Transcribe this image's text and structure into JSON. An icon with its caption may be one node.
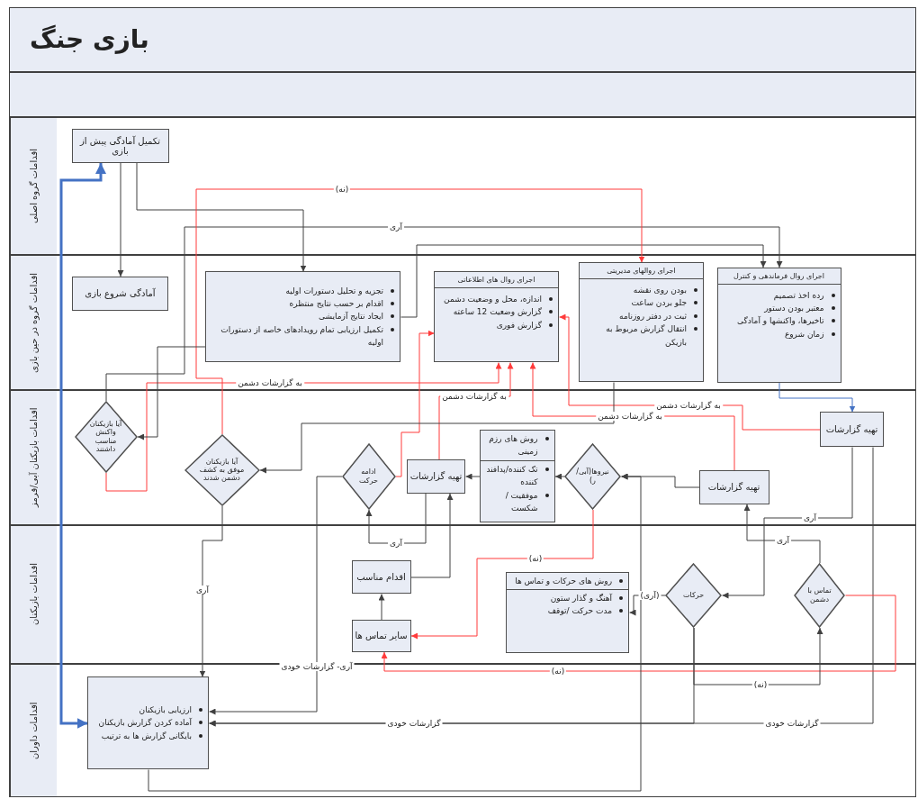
{
  "diagram": {
    "title": "بازی جنگ",
    "nodes": [
      {
        "text": [
          "اقدامات گروه اصلی"
        ]
      },
      {
        "text": [
          "اقدامات گروه در حین بازی"
        ]
      },
      {
        "text": [
          "اقدامات بازیکنان آبی/قرمز"
        ]
      },
      {
        "text": [
          "اقدامات بازیکنان"
        ]
      },
      {
        "text": [
          "اقدامات داوران"
        ]
      },
      {
        "text": [
          "تکمیل آمادگی پیش از بازی"
        ],
        "in": 0
      },
      {
        "text": [
          "آمادگی شروع بازی"
        ],
        "in": 1
      },
      {
        "text": [
          "تجزیه و تحلیل دستورات اولیه",
          "اقدام بر حسب نتایج منتظره",
          "ایجاد نتایج آزمایشی",
          "تکمیل ارزیابی تمام رویدادهای خاصه از دستورات اولیه"
        ],
        "in": 1
      },
      {
        "text": [
          "اجرای روال های اطلاعاتی",
          "اندازه، محل و وضعیت دشمن",
          "گزارش وضعیت 12 ساعته",
          "گزارش فوری"
        ],
        "in": 1
      },
      {
        "text": [
          "اجرای روالهای مدیریتی",
          "بودن روی نقشه",
          "جلو بردن ساعت",
          "ثبت در دفتر روزنامه",
          "انتقال گزارش مربوط به بازیکن"
        ],
        "in": 1
      },
      {
        "text": [
          "اجرای روال فرماندهی و کنترل",
          "رده اخذ تصمیم",
          "معتبر بودن دستور",
          "تاخیرها، واکنشها و آمادگی",
          "زمان شروع"
        ],
        "in": 1
      },
      {
        "text": [
          "آیا بازیکنان واکنش مناسب داشتند"
        ],
        "in": 2
      },
      {
        "text": [
          "آیا بازیکنان موفق به کشف دشمن شدند"
        ],
        "in": 2
      },
      {
        "text": [
          "ادامه حرکت"
        ],
        "in": 2
      },
      {
        "text": [
          "تهیه گزارشات"
        ],
        "in": 2
      },
      {
        "text": [
          "روش های رزم زمینی",
          "تک کننده/پدافند کننده",
          "موفقیت /شکست"
        ],
        "in": 2
      },
      {
        "text": [
          "نیروها(آبی/ر)"
        ],
        "in": 2
      },
      {
        "text": [
          "تهیه گزارشات"
        ],
        "in": 2
      },
      {
        "text": [
          "تهیه گزارشات"
        ],
        "in": 2
      },
      {
        "text": [
          "اقدام مناسب"
        ],
        "in": 3
      },
      {
        "text": [
          "سایر تماس ها"
        ],
        "in": 3
      },
      {
        "text": [
          "روش های حرکات و تماس ها",
          "آهنگ و گذار ستون",
          "مدت حرکت /توقف"
        ],
        "in": 3
      },
      {
        "text": [
          "حرکات"
        ],
        "in": 3
      },
      {
        "text": [
          "تماس با دشمن"
        ],
        "in": 3
      },
      {
        "text": [
          "ارزیابی بازیکنان",
          "آماده کردن گزارش بازیکنان",
          "بایگانی گزارش ها به ترتیب"
        ],
        "in": 4
      }
    ],
    "edges": [
      {
        "from": 5,
        "to": 6,
        "arrow": "to"
      },
      {
        "from": 5,
        "to": 7,
        "arrow": "to"
      },
      {
        "from": 11,
        "to": 10,
        "arrow": "to",
        "label": "آری"
      },
      {
        "from": 7,
        "to": 10,
        "arrow": "to"
      },
      {
        "from": 12,
        "to": 9,
        "arrow": "to",
        "label": "(نه)",
        "color": "#ff3b3b"
      },
      {
        "from": 24,
        "to": 5,
        "arrow": "both",
        "style": "thick",
        "color": "#4472c4"
      },
      {
        "from": 10,
        "to": 18,
        "arrow": "to",
        "color": "#4472c4"
      },
      {
        "from": 18,
        "to": 8,
        "arrow": "to",
        "label": "به گزارشات دشمن",
        "color": "#ff3b3b"
      },
      {
        "from": 17,
        "to": 8,
        "arrow": "to",
        "label": "به گزارشات دشمن",
        "color": "#ff3b3b"
      },
      {
        "from": 14,
        "to": 8,
        "arrow": "to",
        "label": "به گزارشات دشمن",
        "color": "#ff3b3b"
      },
      {
        "from": 13,
        "to": 8,
        "arrow": "to",
        "color": "#ff3b3b"
      },
      {
        "from": 11,
        "to": 8,
        "arrow": "to",
        "label": "به گزارشات دشمن",
        "color": "#ff3b3b"
      },
      {
        "from": 9,
        "to": 12,
        "arrow": "to"
      },
      {
        "from": 17,
        "to": 16,
        "arrow": "to"
      },
      {
        "from": 16,
        "to": 15,
        "arrow": "to"
      },
      {
        "from": 15,
        "to": 14,
        "arrow": "to"
      },
      {
        "from": 14,
        "to": 13,
        "arrow": "to",
        "label": "آری"
      },
      {
        "from": 19,
        "to": 14,
        "arrow": "to"
      },
      {
        "from": 20,
        "to": 19,
        "arrow": "to"
      },
      {
        "from": 16,
        "to": 20,
        "arrow": "to",
        "label": "(نه)",
        "color": "#ff3b3b"
      },
      {
        "from": 22,
        "to": 21,
        "arrow": "to",
        "label": "(آری)"
      },
      {
        "from": 23,
        "to": 17,
        "arrow": "to",
        "label": "آری"
      },
      {
        "from": 18,
        "to": 22,
        "arrow": "to",
        "label": "آری"
      },
      {
        "from": 12,
        "to": 24,
        "arrow": "to",
        "label": "آری"
      },
      {
        "from": 7,
        "to": 11,
        "arrow": "to"
      },
      {
        "from": 22,
        "to": 24,
        "arrow": "to",
        "label": "گزارشات خودی"
      },
      {
        "from": 18,
        "to": 24,
        "arrow": "to",
        "label": "گزارشات خودی"
      },
      {
        "from": 23,
        "to": 20,
        "arrow": "to",
        "label": "(نه)",
        "color": "#ff3b3b"
      },
      {
        "from": 13,
        "to": 24,
        "arrow": "to",
        "label": "آری- گزارشات خودی"
      },
      {
        "from": 24,
        "to": 16,
        "arrow": "to"
      },
      {
        "from": 22,
        "to": 23,
        "arrow": "to",
        "label": "(نه)"
      }
    ]
  }
}
